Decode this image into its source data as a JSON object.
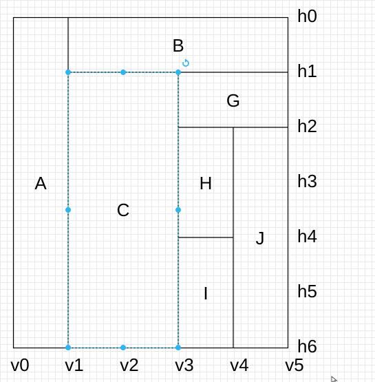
{
  "regions": [
    {
      "id": "A",
      "label": "A"
    },
    {
      "id": "B",
      "label": "B"
    },
    {
      "id": "C",
      "label": "C"
    },
    {
      "id": "G",
      "label": "G"
    },
    {
      "id": "H",
      "label": "H"
    },
    {
      "id": "I",
      "label": "I"
    },
    {
      "id": "J",
      "label": "J"
    }
  ],
  "horizontal_axis": [
    "h0",
    "h1",
    "h2",
    "h3",
    "h4",
    "h5",
    "h6"
  ],
  "vertical_axis": [
    "v0",
    "v1",
    "v2",
    "v3",
    "v4",
    "v5"
  ],
  "selected_region": "C",
  "colors": {
    "lines": "#000000",
    "selection": "#29b6f2",
    "grid": "#e9e9e9"
  },
  "icons": {
    "rotate_handle": "rotate-icon",
    "cursor": "cursor-icon"
  }
}
